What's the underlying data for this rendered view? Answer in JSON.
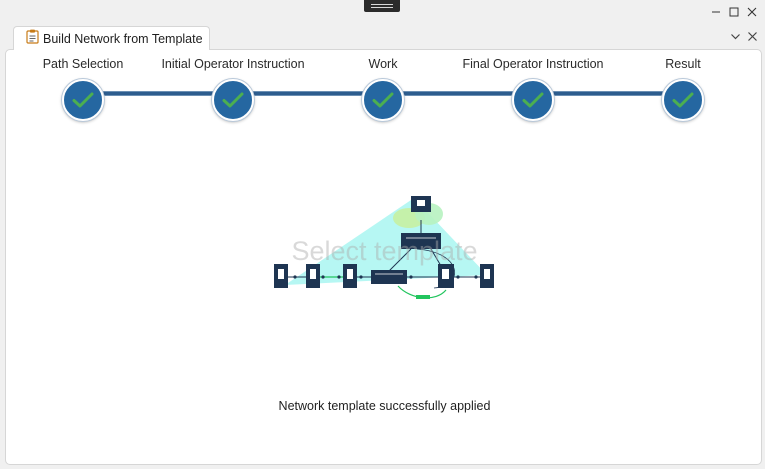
{
  "window": {
    "tab_title": "Build Network from Template",
    "icons": {
      "clipboard": "clipboard-icon",
      "minimize": "minimize-icon",
      "maximize": "maximize-icon",
      "close": "close-icon",
      "chevron": "chevron-down-icon",
      "close_view": "close-icon"
    }
  },
  "steps": [
    {
      "label": "Path Selection",
      "state": "complete"
    },
    {
      "label": "Initial Operator Instruction",
      "state": "complete"
    },
    {
      "label": "Work",
      "state": "complete"
    },
    {
      "label": "Final Operator Instruction",
      "state": "complete"
    },
    {
      "label": "Result",
      "state": "complete"
    }
  ],
  "main": {
    "watermark": "Select template",
    "status": "Network template successfully applied"
  },
  "colors": {
    "accent": "#2567a1",
    "check": "#4caf50",
    "highlight": "#7ef0ea",
    "node": "#1e3552",
    "link_green": "#22c55e"
  }
}
